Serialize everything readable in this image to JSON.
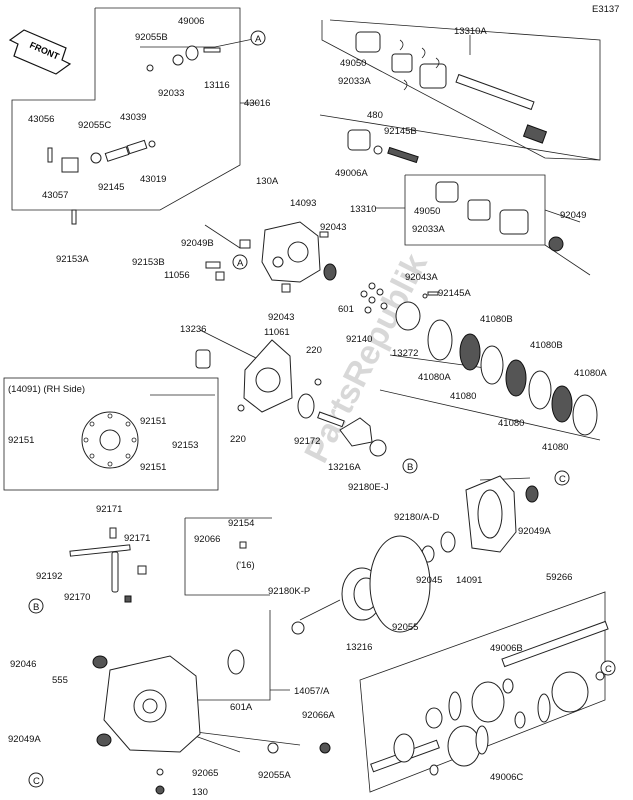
{
  "diagram_id": "E3137",
  "front_label": "FRONT",
  "watermark": "PartsRepublik",
  "callouts": [
    "A",
    "A",
    "B",
    "B",
    "C",
    "C",
    "C"
  ],
  "inset": {
    "title": "(14091) (RH Side)",
    "parts": [
      "92151",
      "92151",
      "92153",
      "92151"
    ]
  },
  "year_note": "('16)",
  "part_labels": {
    "p1": "92055B",
    "p2": "49006",
    "p3": "92033",
    "p4": "13116",
    "p5": "43016",
    "p6": "43056",
    "p7": "92055C",
    "p8": "43039",
    "p9": "43057",
    "p10": "92145",
    "p11": "43019",
    "p12": "92153A",
    "p13": "13310A",
    "p14": "49050",
    "p15": "92033A",
    "p16": "480",
    "p17": "92145B",
    "p18": "49006A",
    "p19": "130A",
    "p20": "14093",
    "p21": "13310",
    "p22": "49050",
    "p23": "92033A",
    "p24": "92049",
    "p25": "92049B",
    "p26": "92043",
    "p27": "92153B",
    "p28": "11056",
    "p29": "601",
    "p30": "92043A",
    "p31": "92043",
    "p32": "92145A",
    "p33": "13236",
    "p34": "11061",
    "p35": "92140",
    "p36": "13272",
    "p37": "41080B",
    "p38": "41080B",
    "p39": "220",
    "p40": "41080A",
    "p41": "41080",
    "p42": "41080",
    "p43": "41080A",
    "p44": "220",
    "p45": "92172",
    "p46": "13216A",
    "p47": "41080",
    "p48": "92180E-J",
    "p49": "92171",
    "p50": "92154",
    "p51": "92066",
    "p52": "92171",
    "p53": "92180/A-D",
    "p54": "92049A",
    "p55": "92192",
    "p56": "92180K-P",
    "p57": "92045",
    "p58": "14091",
    "p59": "92170",
    "p60": "59266",
    "p61": "92055",
    "p62": "13216",
    "p63": "49006B",
    "p64": "92046",
    "p65": "555",
    "p66": "14057/A",
    "p67": "601A",
    "p68": "92049A",
    "p69": "92066A",
    "p70": "49006C",
    "p71": "92065",
    "p72": "92055A",
    "p73": "130"
  }
}
